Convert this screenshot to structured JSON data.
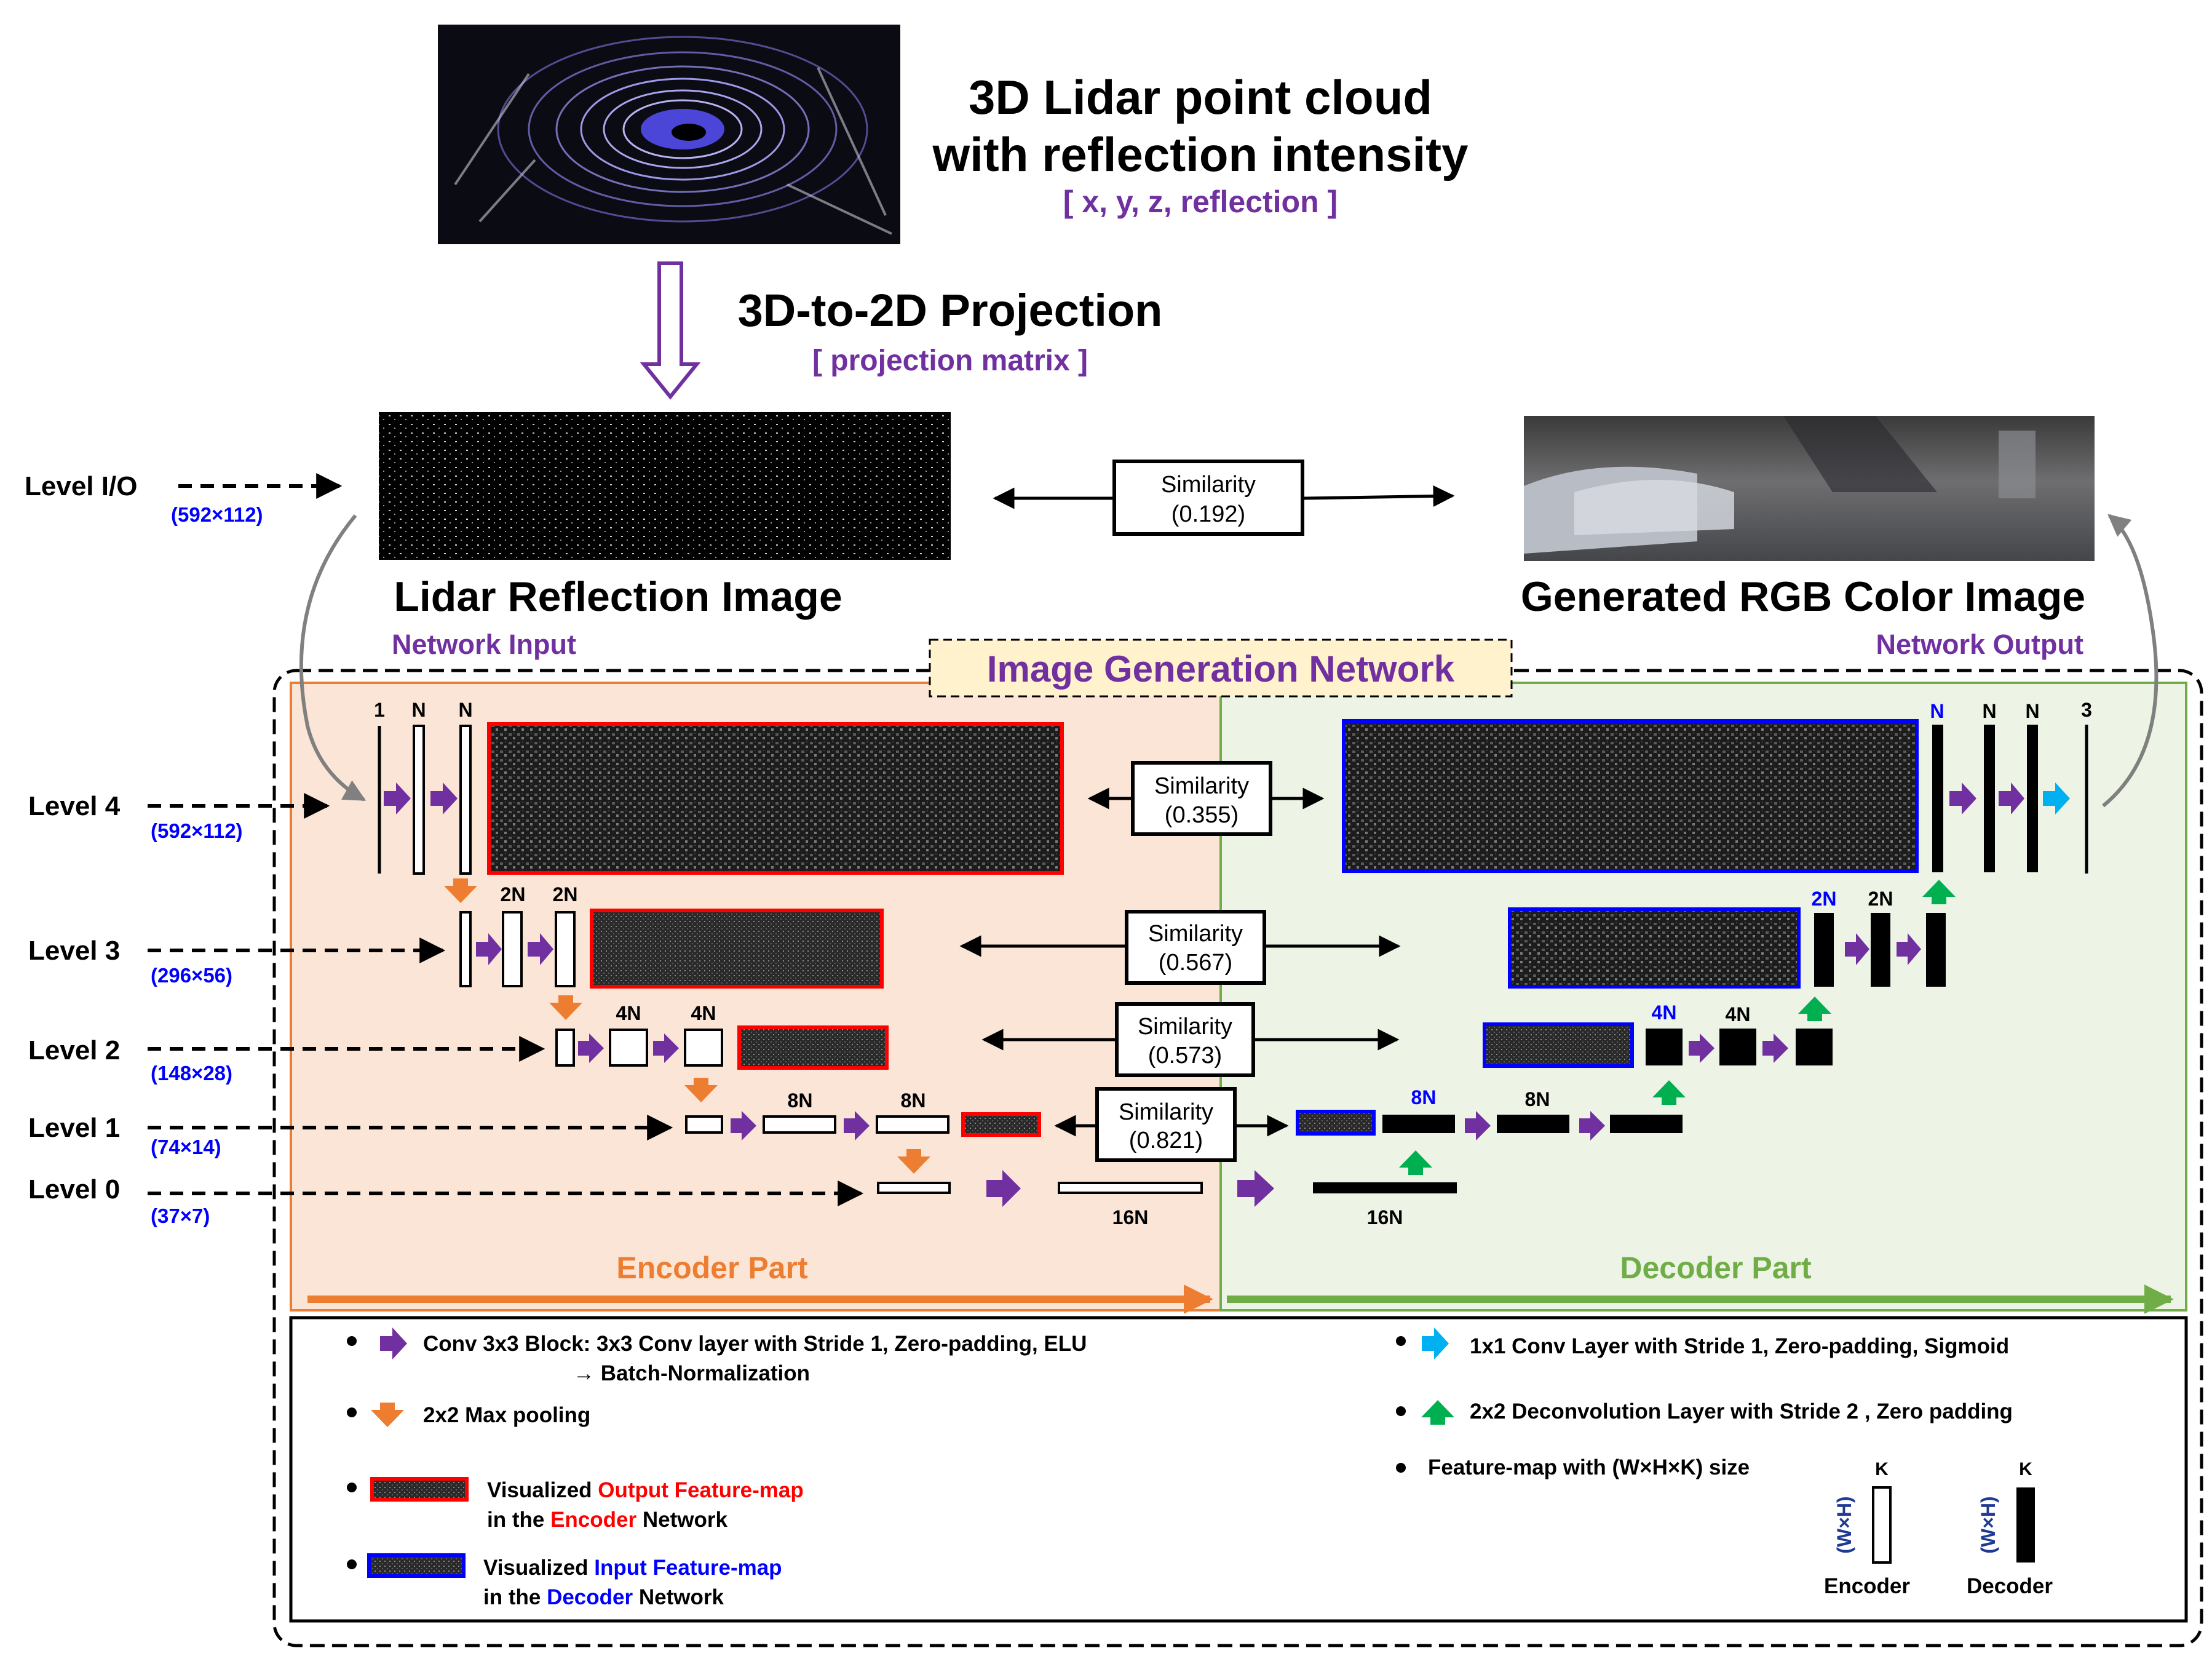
{
  "top": {
    "title_line1": "3D Lidar point cloud",
    "title_line2": "with reflection intensity",
    "subtitle": "[ x, y, z, reflection ]",
    "projection_title": "3D-to-2D Projection",
    "projection_sub": "[ projection matrix ]"
  },
  "io": {
    "level_label": "Level I/O",
    "level_size": "(592×112)",
    "similarity_label": "Similarity",
    "similarity_value": "(0.192)",
    "lidar_title": "Lidar Reflection Image",
    "lidar_sub": "Network Input",
    "rgb_title": "Generated RGB Color Image",
    "rgb_sub": "Network Output"
  },
  "network": {
    "title": "Image Generation Network",
    "encoder_part": "Encoder Part",
    "decoder_part": "Decoder Part"
  },
  "levels": [
    {
      "label": "Level 4",
      "size": "(592×112)",
      "sim_label": "Similarity",
      "sim_value": "(0.355)"
    },
    {
      "label": "Level 3",
      "size": "(296×56)",
      "sim_label": "Similarity",
      "sim_value": "(0.567)"
    },
    {
      "label": "Level 2",
      "size": "(148×28)",
      "sim_label": "Similarity",
      "sim_value": "(0.573)"
    },
    {
      "label": "Level 1",
      "size": "(74×14)",
      "sim_label": "Similarity",
      "sim_value": "(0.821)"
    },
    {
      "label": "Level 0",
      "size": "(37×7)"
    }
  ],
  "channels": {
    "enc4": [
      "1",
      "N",
      "N"
    ],
    "dec4": [
      "N",
      "N",
      "N",
      "3"
    ],
    "enc3": [
      "2N",
      "2N"
    ],
    "dec3": [
      "2N",
      "2N"
    ],
    "enc2": [
      "4N",
      "4N"
    ],
    "dec2": [
      "4N",
      "4N"
    ],
    "enc1": [
      "8N",
      "8N"
    ],
    "dec1": [
      "8N",
      "8N"
    ],
    "enc0": "16N",
    "dec0": "16N"
  },
  "legend": {
    "conv_line1": "Conv 3x3 Block: 3x3 Conv layer with Stride 1, Zero-padding, ELU",
    "conv_line2": "→ Batch-Normalization",
    "pool": "2x2 Max pooling",
    "enc_vis_a": "Visualized ",
    "enc_vis_b": "Output Feature-map",
    "enc_vis_c": "in the ",
    "enc_vis_d": "Encoder",
    "enc_vis_e": " Network",
    "dec_vis_a": "Visualized ",
    "dec_vis_b": "Input Feature-map",
    "dec_vis_c": "in the ",
    "dec_vis_d": "Decoder",
    "dec_vis_e": " Network",
    "conv1x1": "1x1 Conv Layer with Stride 1, Zero-padding, Sigmoid",
    "deconv": "2x2 Deconvolution Layer with Stride 2 , Zero padding",
    "featmap": "Feature-map with (W×H×K) size",
    "k": "K",
    "wh": "(W×H)",
    "encoder": "Encoder",
    "decoder": "Decoder"
  },
  "colors": {
    "purple": "#7030a0",
    "orange": "#ed7d31",
    "green": "#00b050",
    "cyan": "#00b0f0",
    "blue": "#0000ff",
    "red": "#ff0000",
    "encoder_bg": "#fbe5d6",
    "decoder_bg": "#e2f0d9",
    "decoder_text": "#70ad47"
  }
}
